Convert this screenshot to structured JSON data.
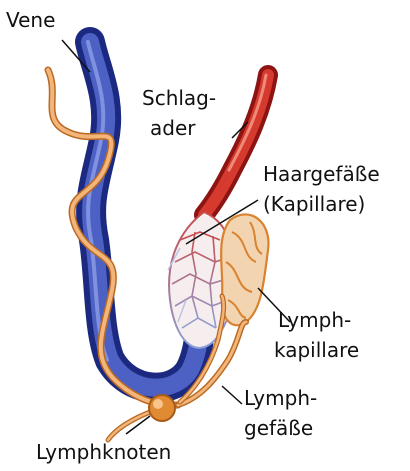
{
  "labels": {
    "vene": "Vene",
    "schlagader_line1": "Schlag-",
    "schlagader_line2": "ader",
    "haargefaesse_line1": "Haargefäße",
    "haargefaesse_line2": "(Kapillare)",
    "lymphkapillare_line1": "Lymph-",
    "lymphkapillare_line2": "kapillare",
    "lymphgefaesse_line1": "Lymph-",
    "lymphgefaesse_line2": "gefäße",
    "lymphknoten": "Lymphknoten"
  },
  "colors": {
    "vein": "#2e3f9e",
    "artery": "#c8211f",
    "lymph": "#e59a4c",
    "capillary_red": "#c84a4a",
    "capillary_blue": "#7f93c9",
    "leader": "#111111"
  }
}
